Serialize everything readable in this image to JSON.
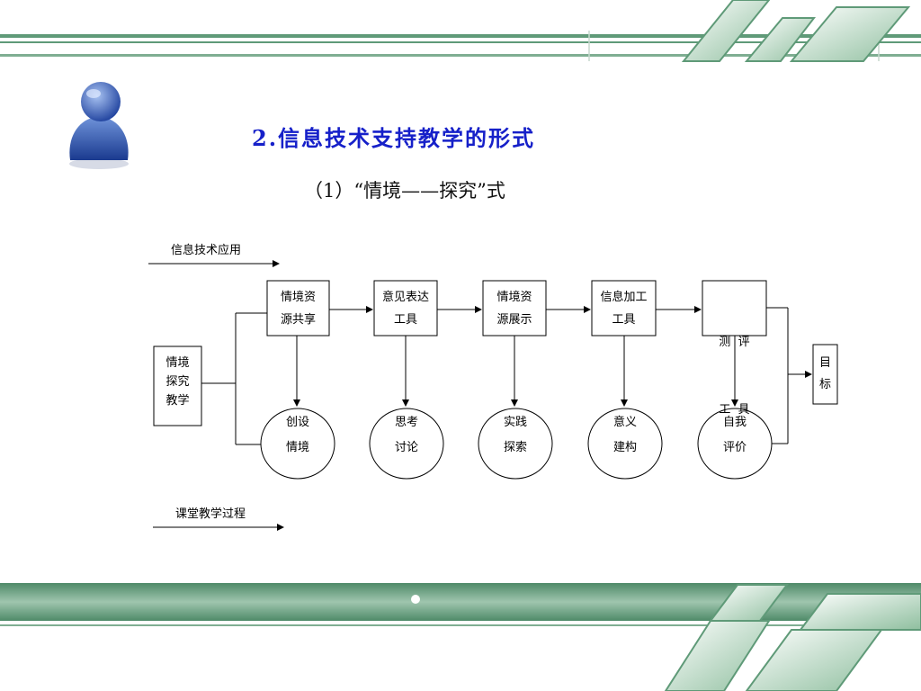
{
  "header": {
    "title": "2.信息技术支持教学的形式",
    "subtitle": "（1）“情境——探究”式"
  },
  "diagram": {
    "top_axis_label": "信息技术应用",
    "bottom_axis_label": "课堂教学过程",
    "start_node": [
      "情境",
      "探究",
      "教学"
    ],
    "tool_nodes": [
      [
        "情境资",
        "源共享"
      ],
      [
        "意见表达",
        "工具"
      ],
      [
        "情境资",
        "源展示"
      ],
      [
        "信息加工",
        "工具"
      ],
      [
        "测  评",
        "工  具"
      ]
    ],
    "activity_nodes": [
      [
        "创设",
        "情境"
      ],
      [
        "思考",
        "讨论"
      ],
      [
        "实践",
        "探索"
      ],
      [
        "意义",
        "建构"
      ],
      [
        "自我",
        "评价"
      ]
    ],
    "goal_node": [
      "目",
      "标"
    ]
  },
  "colors": {
    "title": "#1620c9",
    "accent_green": "#5f9a78",
    "line": "#000000"
  },
  "icons": {
    "user": "user-avatar-icon"
  }
}
